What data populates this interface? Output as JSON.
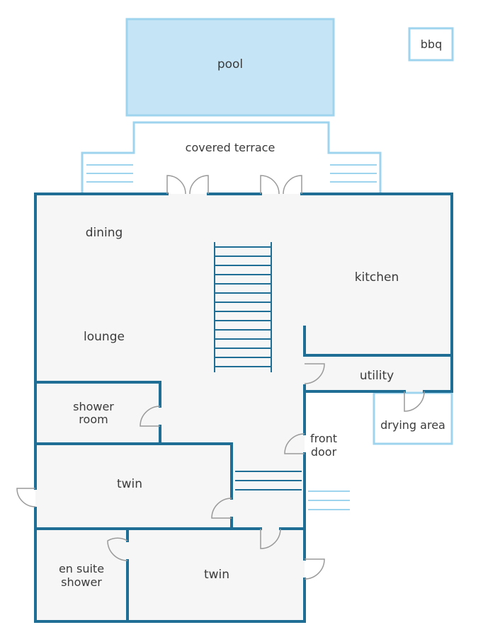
{
  "rooms": {
    "pool": "pool",
    "bbq": "bbq",
    "covered_terrace": "covered terrace",
    "dining": "dining",
    "kitchen": "kitchen",
    "lounge": "lounge",
    "utility": "utility",
    "shower_room_line1": "shower",
    "shower_room_line2": "room",
    "drying_area": "drying area",
    "front_door_line1": "front",
    "front_door_line2": "door",
    "twin_upper": "twin",
    "twin_lower": "twin",
    "en_suite_line1": "en suite",
    "en_suite_line2": "shower"
  },
  "colors": {
    "wall": "#1f6e96",
    "outside_outline": "#9fd4ee",
    "pool_fill": "#c5e5f7",
    "floor_fill": "#f6f6f6",
    "door": "#9a9a9a"
  }
}
